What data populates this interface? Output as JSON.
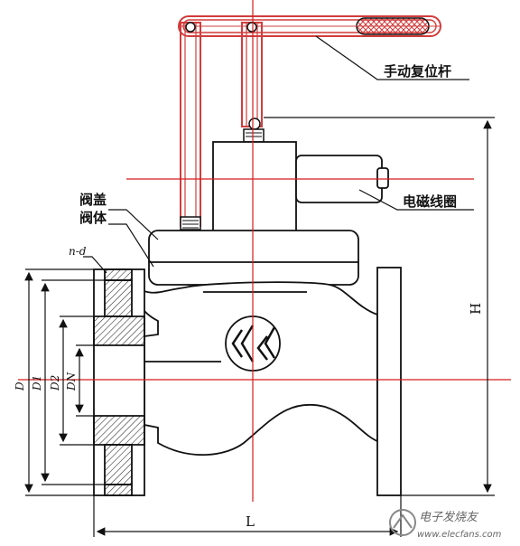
{
  "labels": {
    "reset_rod": "手动复位杆",
    "solenoid_coil": "电磁线圈",
    "valve_cover": "阀盖",
    "valve_body": "阀体",
    "bolt_holes": "n-d"
  },
  "dimensions": {
    "d": "D",
    "d1": "D1",
    "d2": "D2",
    "dn": "DN",
    "length": "L",
    "height": "H"
  },
  "watermark": {
    "text": "电子发烧友",
    "url": "www.elecfans.com"
  },
  "colors": {
    "outline": "#111111",
    "reset_rod": "#d23c3c",
    "centerline": "#d81c1c",
    "hatch": "#333333"
  }
}
